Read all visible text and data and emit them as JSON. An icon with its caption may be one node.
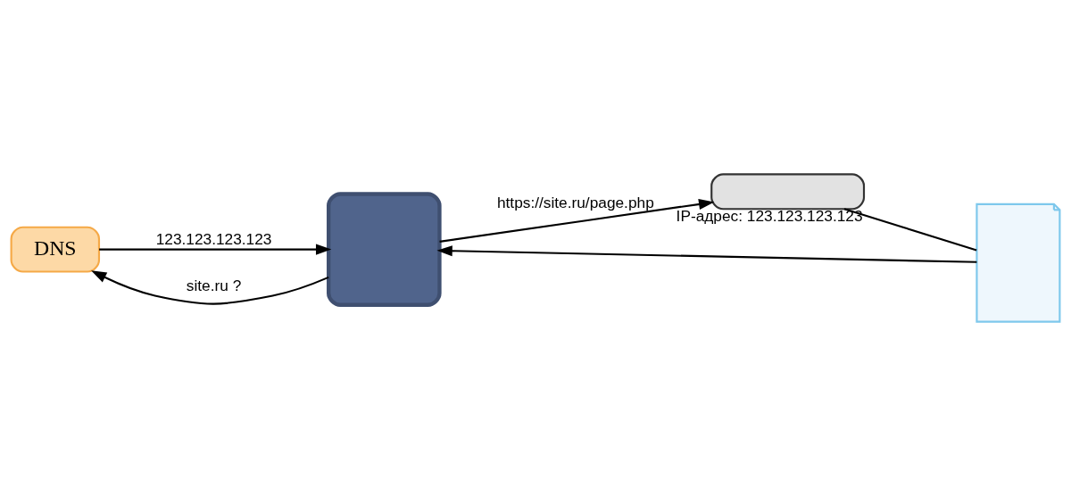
{
  "diagram": {
    "nodes": [
      {
        "text": [
          "DNS"
        ]
      },
      {
        "text": [],
        "shape": "computer"
      },
      {
        "text": [],
        "shape": "server",
        "beside": [
          "IP-адрес: 123.123.123.123"
        ]
      },
      {
        "text": [],
        "shape": "document"
      }
    ],
    "edges": [
      {
        "from": 1,
        "to": 0,
        "arrow": "to",
        "label": "site.ru ?"
      },
      {
        "from": 0,
        "to": 1,
        "arrow": "to",
        "label": "123.123.123.123"
      },
      {
        "from": 1,
        "to": 2,
        "arrow": "to",
        "label": "https://site.ru/page.php"
      },
      {
        "from": 2,
        "to": 3,
        "arrow": "none"
      },
      {
        "from": 3,
        "to": 1,
        "arrow": "to"
      }
    ]
  }
}
